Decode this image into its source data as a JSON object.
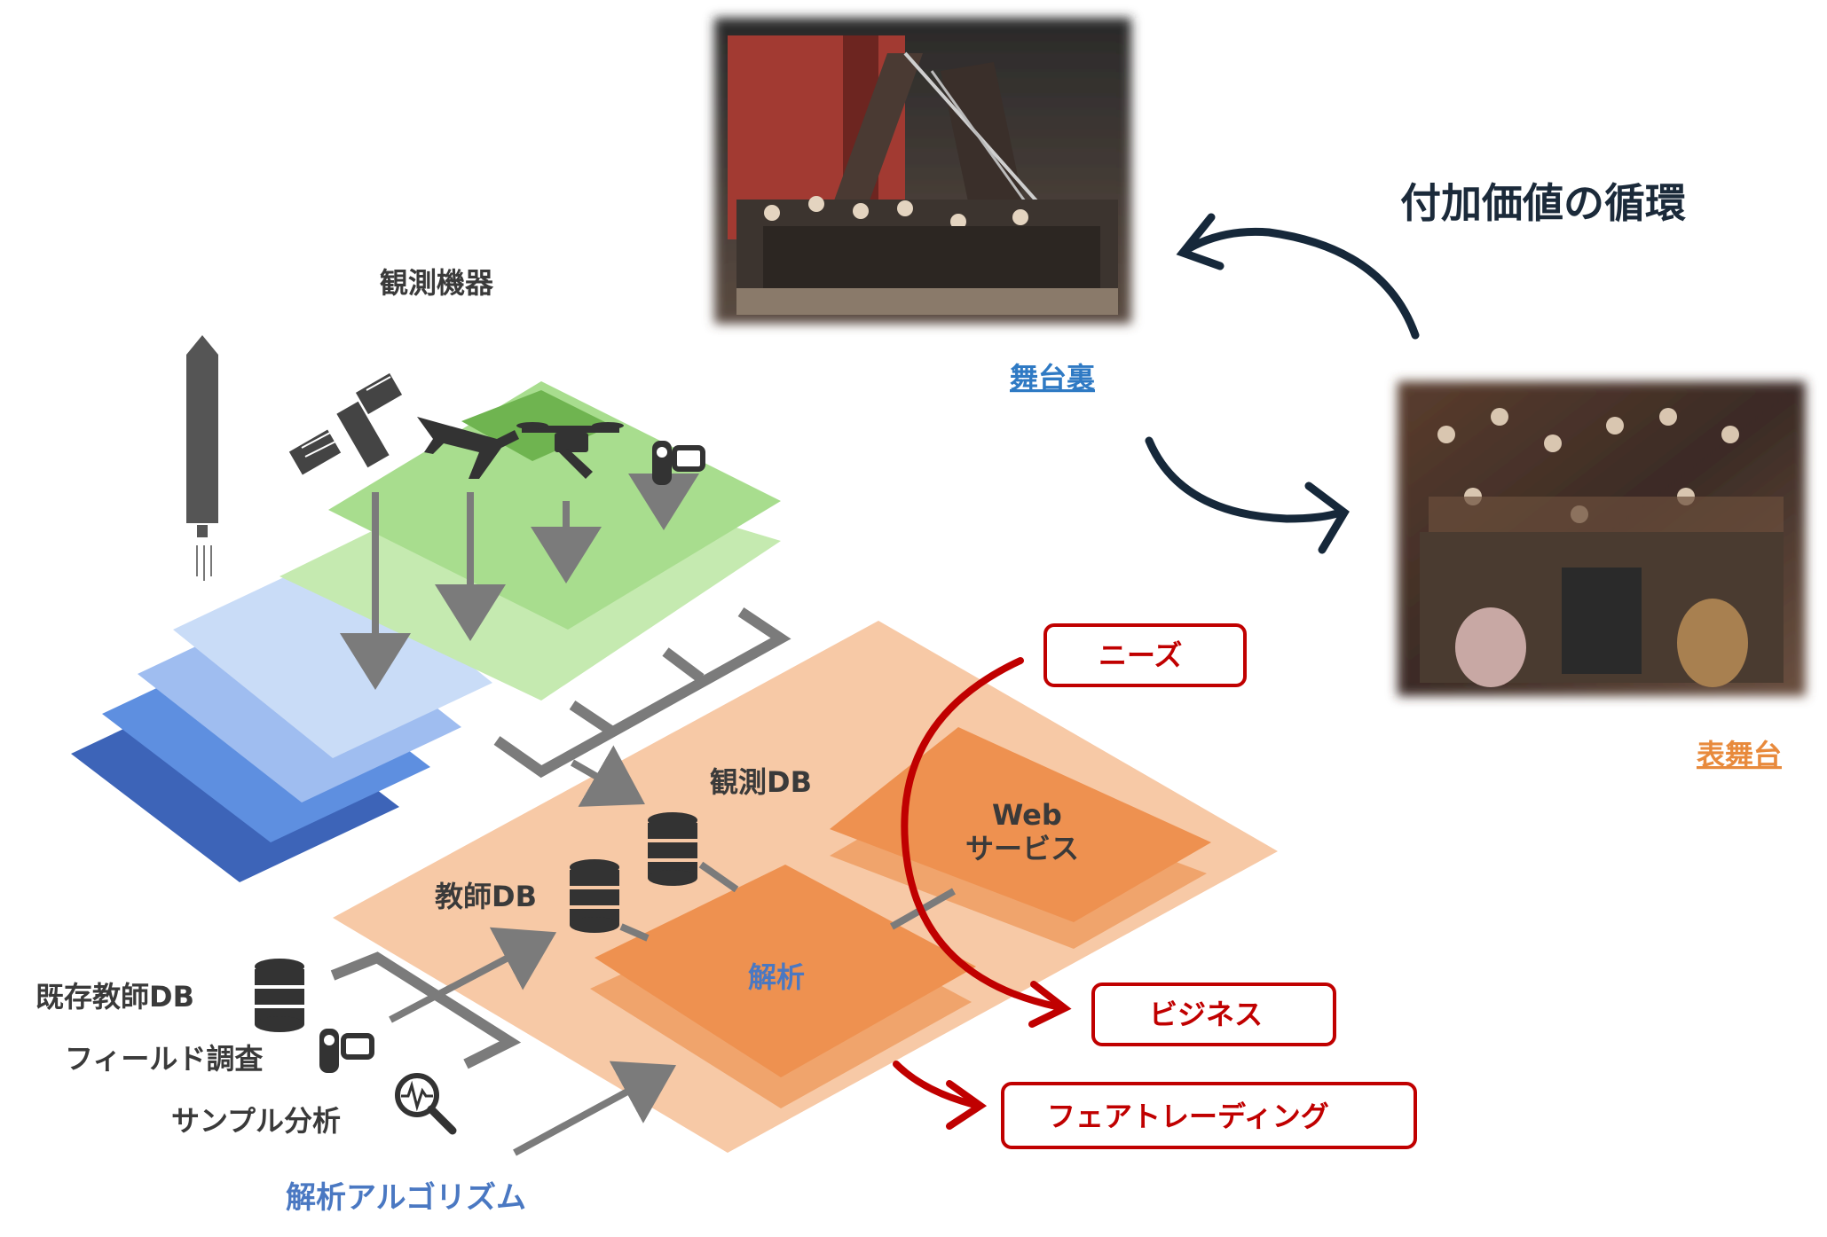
{
  "cycle": {
    "title": "付加価値の循環"
  },
  "photos": {
    "backstage": {
      "caption": "舞台裏"
    },
    "frontstage": {
      "caption": "表舞台"
    }
  },
  "sensors": {
    "heading": "観測機器"
  },
  "databases": {
    "observation_db": "観測DB",
    "teacher_db": "教師DB",
    "analysis": "解析",
    "web_service_line1": "Web",
    "web_service_line2": "サービス"
  },
  "inputs": {
    "existing_teacher_db": "既存教師DB",
    "field_survey": "フィールド調査",
    "sample_analysis": "サンプル分析",
    "analysis_algorithm": "解析アルゴリズム"
  },
  "outputs": {
    "needs": "ニーズ",
    "business": "ビジネス",
    "fair_trading": "フェアトレーディング"
  },
  "colors": {
    "navy": "#16283a",
    "red": "#c00000",
    "orange_light": "#f7c9a6",
    "orange_mid": "#f0a46c",
    "orange_dark": "#ee9150",
    "green_light": "#c5eab0",
    "green_mid": "#a8dd8e",
    "green_dark": "#6fb450",
    "blue_1": "#c9dcf7",
    "blue_2": "#9fbdf0",
    "blue_3": "#5e8fe0",
    "blue_4": "#3d64b8",
    "gray": "#7b7b7b",
    "icon_dark": "#333333"
  }
}
